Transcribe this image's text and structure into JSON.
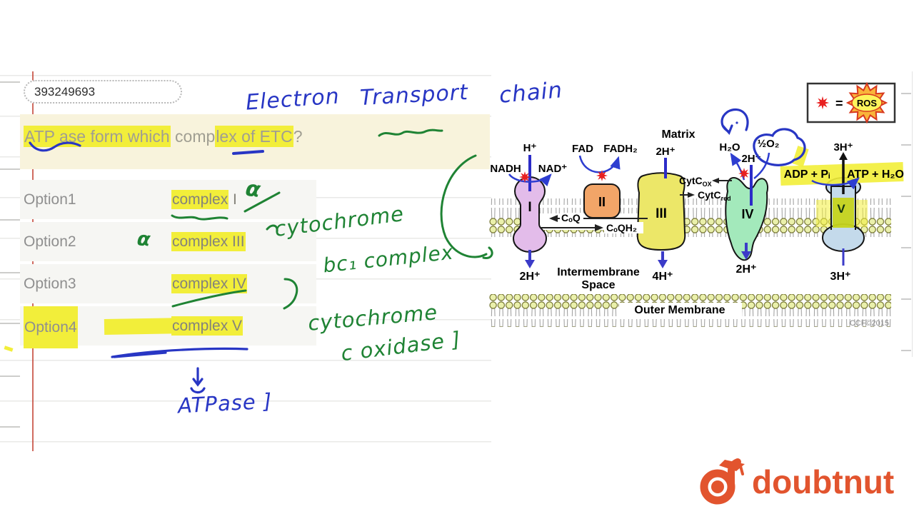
{
  "header": {
    "question_id": "393249693"
  },
  "question": {
    "seg1": "ATP ase form which",
    "seg2": " comp",
    "seg3": "lex of ETC",
    "seg4": "?"
  },
  "options": [
    {
      "label": "Option1",
      "value_hl": "complex",
      "value_rest": " I"
    },
    {
      "label": "Option2",
      "value_hl": "complex III",
      "value_rest": ""
    },
    {
      "label": "Option3",
      "value_hl": "complex IV",
      "value_rest": ""
    },
    {
      "label": "Option4",
      "value_hl": "complex V",
      "value_rest": ""
    }
  ],
  "handwriting": {
    "title_word1": "Electron",
    "title_word2": "Transport",
    "title_word3": "chain",
    "alpha1": "α",
    "alpha2": "α",
    "note_bc1_line1": "cytochrome",
    "note_bc1_line2": "bc₁ complex",
    "note_oxidase_line1": "cytochrome",
    "note_oxidase_line2": "c oxidase ]",
    "note_atpase": "ATPase ]"
  },
  "diagram": {
    "matrix": "Matrix",
    "intermembrane_line1": "Intermembrane",
    "intermembrane_line2": "Space",
    "outer_membrane": "Outer Membrane",
    "credit": "CCF©2015",
    "complex1": "I",
    "complex2": "II",
    "complex3": "III",
    "complex4": "IV",
    "complex5": "V",
    "nadh": "NADH",
    "nad": "NAD⁺",
    "h_plus": "H⁺",
    "fad": "FAD",
    "fadh2": "FADH₂",
    "coq": "CₒQ",
    "coqh2": "CₒQH₂",
    "cytc_base": "CytC",
    "cytc_ox_sub": "OX",
    "cytc_red_sub": "red",
    "h2o": "H₂O",
    "half_o2": "½O₂",
    "h2_above_c3": "2H⁺",
    "h2_above_c4": "2H⁺",
    "h3_above_c5": "3H⁺",
    "adp": "ADP + Pᵢ",
    "atp": "ATP + H₂O",
    "below_c1": "2H⁺",
    "below_c3": "4H⁺",
    "below_c4": "2H⁺",
    "below_c5": "3H⁺",
    "ros_equals": "=",
    "ros_label": "ROS"
  },
  "footer": {
    "brand": "doubtnut"
  },
  "colors": {
    "highlight_yellow": "#f2ee3a",
    "pen_blue": "#2836c4",
    "pen_green": "#1f8334",
    "brand_orange": "#e2542e",
    "question_bg": "#f8f3dc"
  }
}
